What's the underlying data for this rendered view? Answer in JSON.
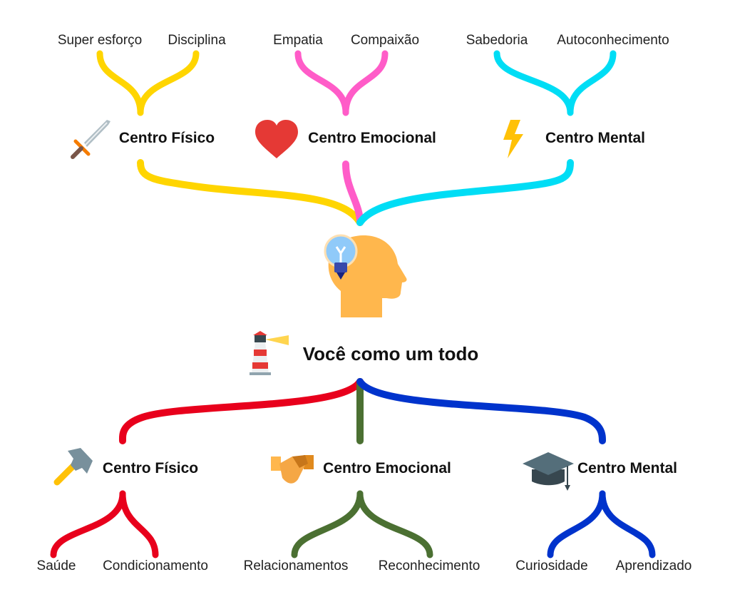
{
  "colors": {
    "upper_fisico": "#FFD500",
    "upper_emocional": "#FF5CC8",
    "upper_mental": "#00DDF5",
    "lower_fisico": "#E8001C",
    "lower_emocional": "#4B7032",
    "lower_mental": "#0033CC"
  },
  "central": {
    "title": "Você como um todo",
    "icon": "head-with-lightbulb-icon",
    "title_icon": "lighthouse-icon"
  },
  "upper": {
    "fisico": {
      "label": "Centro Físico",
      "icon": "sword-icon",
      "children": [
        "Super esforço",
        "Disciplina"
      ]
    },
    "emocional": {
      "label": "Centro Emocional",
      "icon": "heart-icon",
      "children": [
        "Empatia",
        "Compaixão"
      ]
    },
    "mental": {
      "label": "Centro Mental",
      "icon": "lightning-icon",
      "children": [
        "Sabedoria",
        "Autoconhecimento"
      ]
    }
  },
  "lower": {
    "fisico": {
      "label": "Centro Físico",
      "icon": "hammer-icon",
      "children": [
        "Saúde",
        "Condicionamento"
      ]
    },
    "emocional": {
      "label": "Centro Emocional",
      "icon": "handshake-icon",
      "children": [
        "Relacionamentos",
        "Reconhecimento"
      ]
    },
    "mental": {
      "label": "Centro Mental",
      "icon": "graduation-cap-icon",
      "children": [
        "Curiosidade",
        "Aprendizado"
      ]
    }
  }
}
